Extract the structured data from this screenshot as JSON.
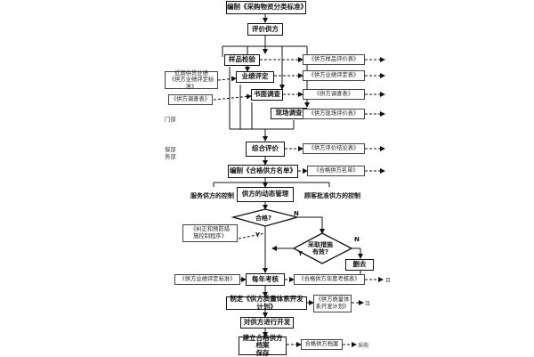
{
  "title": "编制《采购物资分类标准》",
  "process": {
    "evaluate_supplier": "评价供方",
    "sample_inspection": "样品检验",
    "performance_evaluation": "业绩评定",
    "written_survey": "书面调查",
    "site_survey": "现场调查",
    "comprehensive_evaluation": "综合评价",
    "qualified_list": "编制《合格供方名单》",
    "dynamic_management": "供方的动态管理",
    "service_control": "服务供方的控制",
    "order_control": "顾客批准供方的控制",
    "qualified_q": "合格?",
    "remedy_q": "采取措施\n有效?",
    "delete": "删去",
    "annual_review": "每年考核",
    "quality_plan": "制定《供方质量体系开发计划》",
    "develop": "对供方进行开发",
    "archive": "建立合格供方档案\n保存"
  },
  "documents": {
    "sample_table": "《供方样品评价表》",
    "performance_table": "《供方业绩评定表》",
    "performance_input": "近期供货业绩\n《供方业绩评定标准》",
    "survey_input": "《供方调查表》",
    "survey_table": "《供方调查表》",
    "site_table": "《供方现场评价表》",
    "conclusion_table": "《供方评价结论表》",
    "supplier_list": "《合格供方名单》",
    "corrective": "《纠正和预防措\n施控制程序》",
    "performance_standard": "《供方业绩评定标准》",
    "annual_table": "《合格供方年度考核表》",
    "quality_plan_doc": "《供方质量体\n系开发计划》",
    "archive_doc": "合格供方档案"
  },
  "side_notes": {
    "dept": "门部",
    "keep": "保部\n务部"
  },
  "branch_labels": {
    "no1": "N",
    "yes1": "Y",
    "yes2": "Y",
    "no2": "N"
  },
  "tails": {
    "annual": "且",
    "plan": "且",
    "archive": "采购"
  }
}
